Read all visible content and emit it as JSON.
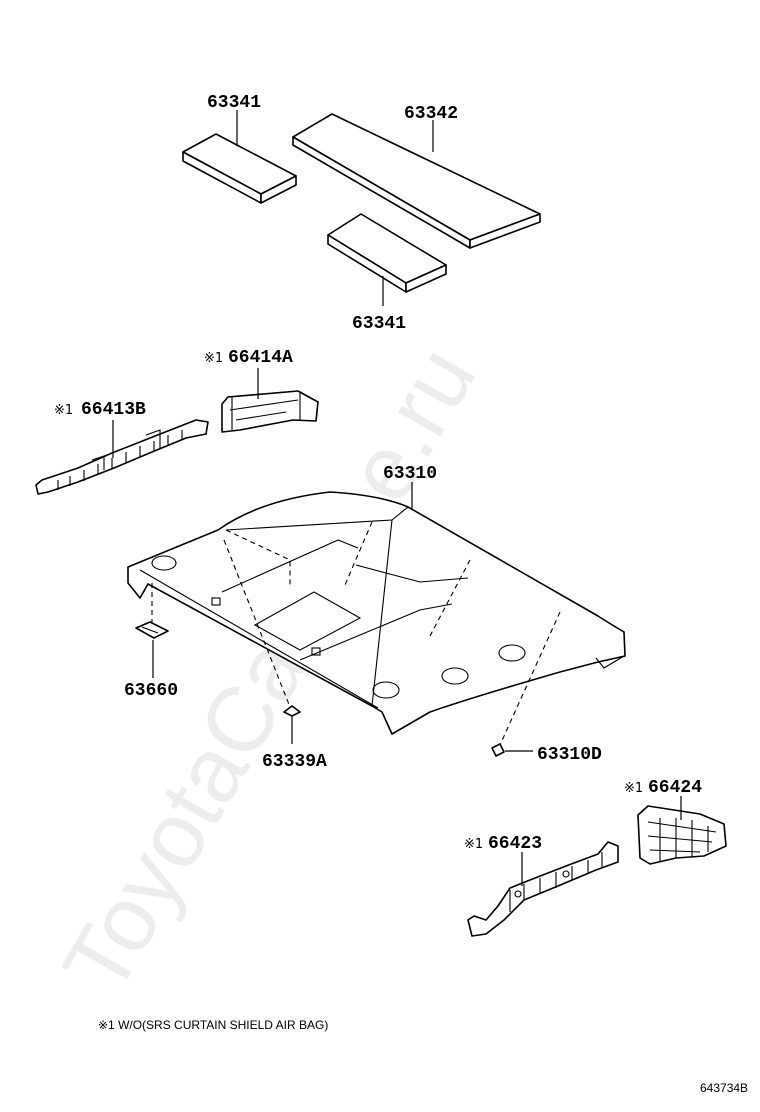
{
  "watermark": "ToyotaCarMine.ru",
  "parts": {
    "p63341_top": "63341",
    "p63342": "63342",
    "p63341_bottom": "63341",
    "p66414A": "66414A",
    "p66413B": "66413B",
    "p63310": "63310",
    "p63660": "63660",
    "p63339A": "63339A",
    "p63310D": "63310D",
    "p66424": "66424",
    "p66423": "66423"
  },
  "marks": {
    "p66414A": "※1",
    "p66413B": "※1",
    "p66424": "※1",
    "p66423": "※1"
  },
  "footnote": "※1 W/O(SRS CURTAIN SHIELD AIR BAG)",
  "diagram_code": "643734B"
}
